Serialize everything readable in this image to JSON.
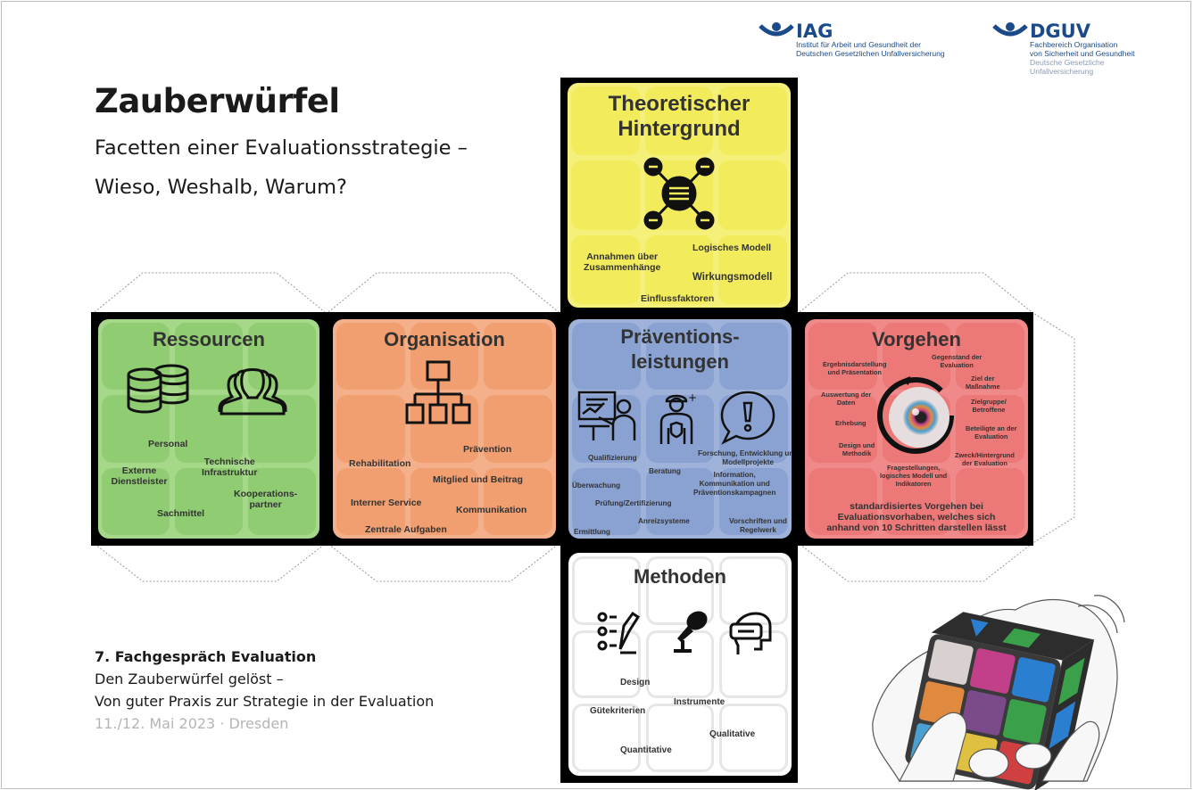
{
  "logos": {
    "iag": {
      "name": "IAG",
      "line1": "Institut für Arbeit und Gesundheit der",
      "line2": "Deutschen Gesetzlichen Unfallversicherung"
    },
    "dguv": {
      "name": "DGUV",
      "line1": "Fachbereich Organisation",
      "line2": "von Sicherheit und Gesundheit",
      "line3": "Deutsche Gesetzliche",
      "line4": "Unfallversicherung"
    },
    "brand_color": "#1a4a8a"
  },
  "header": {
    "title": "Zauberwürfel",
    "subtitle_line1": "Facetten einer Evaluationsstrategie –",
    "subtitle_line2": "Wieso, Weshalb, Warum?"
  },
  "event": {
    "heading": "7. Fachgespräch Evaluation",
    "line1": "Den Zauberwürfel gelöst –",
    "line2": "Von guter Praxis zur Strategie in der Evaluation",
    "date": "11./12. Mai 2023 · Dresden"
  },
  "cube": {
    "theorie": {
      "color": "#f5f07a",
      "tile": "#f2ec5c",
      "title_line1": "Theoretischer",
      "title_line2": "Hintergrund",
      "icon": "network-icon",
      "labels": {
        "annahmen1": "Annahmen über",
        "annahmen2": "Zusammenhänge",
        "logisch": "Logisches Modell",
        "wirkung": "Wirkungsmodell",
        "einfluss": "Einflussfaktoren"
      }
    },
    "ressourcen": {
      "color": "#a6d88a",
      "tile": "#8fcc72",
      "title": "Ressourcen",
      "icons": [
        "database-icon",
        "people-icon"
      ],
      "labels": {
        "personal": "Personal",
        "externe1": "Externe",
        "externe2": "Dienstleister",
        "technische1": "Technische",
        "technische2": "Infrastruktur",
        "koop1": "Kooperations-",
        "koop2": "partner",
        "sachmittel": "Sachmittel"
      }
    },
    "organisation": {
      "color": "#f4b08a",
      "tile": "#f19e70",
      "title": "Organisation",
      "icon": "org-chart-icon",
      "labels": {
        "praevention": "Prävention",
        "rehabilitation": "Rehabilitation",
        "mitglied": "Mitglied und Beitrag",
        "interner": "Interner Service",
        "kommunikation": "Kommunikation",
        "zentrale": "Zentrale Aufgaben"
      }
    },
    "praevention": {
      "color": "#9fb3da",
      "tile": "#8aa2d2",
      "title_line1": "Präventions-",
      "title_line2": "leistungen",
      "icons": [
        "teaching-icon",
        "worker-icon",
        "speech-exclamation-icon"
      ],
      "labels": {
        "qualifizierung": "Qualifizierung",
        "forschung1": "Forschung, Entwicklung und",
        "forschung2": "Modellprojekte",
        "beratung": "Beratung",
        "ueberwachung": "Überwachung",
        "information1": "Information,",
        "information2": "Kommunikation und",
        "information3": "Präventionskampagnen",
        "pruefung": "Prüfung/Zertifizierung",
        "anreiz": "Anreizsysteme",
        "vorschriften1": "Vorschriften und",
        "vorschriften2": "Regelwerk",
        "ermittlung": "Ermittlung"
      }
    },
    "vorgehen": {
      "color": "#f08a8a",
      "tile": "#ec7878",
      "title": "Vorgehen",
      "icon": "eye-cycle-icon",
      "labels": {
        "ergebnis1": "Ergebnisdarstellung",
        "ergebnis2": "und Präsentation",
        "gegenstand1": "Gegenstand der",
        "gegenstand2": "Evaluation",
        "ziel1": "Ziel der",
        "ziel2": "Maßnahme",
        "auswertung1": "Auswertung der",
        "auswertung2": "Daten",
        "zielgruppe1": "Zielgruppe/",
        "zielgruppe2": "Betroffene",
        "erhebung": "Erhebung",
        "beteiligte1": "Beteiligte an der",
        "beteiligte2": "Evaluation",
        "design1": "Design und",
        "design2": "Methodik",
        "zweck1": "Zweck/Hintergrund",
        "zweck2": "der Evaluation",
        "fragen1": "Fragestellungen,",
        "fragen2": "logisches Modell und",
        "fragen3": "Indikatoren"
      },
      "footer_line1": "standardisiertes Vorgehen bei",
      "footer_line2": "Evaluationsvorhaben, welches sich",
      "footer_line3": "anhand von 10 Schritten darstellen lässt"
    },
    "methoden": {
      "color": "#ffffff",
      "tile": "#e6e6e6",
      "title": "Methoden",
      "icons": [
        "questionnaire-icon",
        "microphone-icon",
        "vr-headset-icon"
      ],
      "labels": {
        "design": "Design",
        "instrumente": "Instrumente",
        "guete": "Gütekriterien",
        "qualitative": "Qualitative",
        "quantitative": "Quantitative"
      }
    }
  },
  "illustration": {
    "icon": "hands-rubiks-cube-icon"
  }
}
